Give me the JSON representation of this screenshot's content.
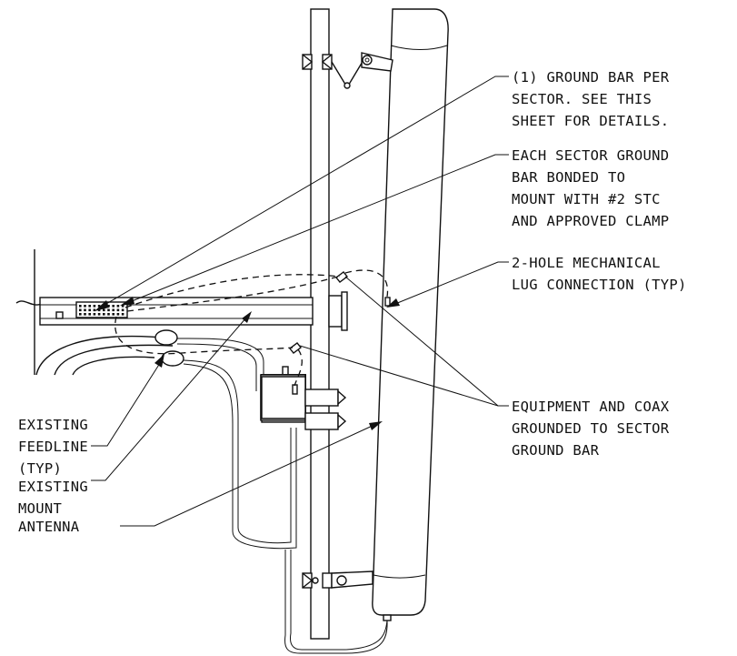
{
  "callouts": {
    "ground_bar": [
      "(1) GROUND BAR PER",
      "SECTOR. SEE THIS",
      "SHEET FOR DETAILS."
    ],
    "bonded": [
      "EACH SECTOR GROUND",
      "BAR BONDED TO",
      "MOUNT WITH #2 STC",
      "AND APPROVED CLAMP"
    ],
    "lug": [
      "2-HOLE MECHANICAL",
      "LUG CONNECTION (TYP)"
    ],
    "equipment": [
      "EQUIPMENT AND COAX",
      "GROUNDED TO SECTOR",
      "GROUND BAR"
    ],
    "feedline": [
      "EXISTING",
      "FEEDLINE",
      "(TYP)"
    ],
    "mount": [
      "EXISTING",
      "MOUNT"
    ],
    "antenna": [
      "ANTENNA"
    ]
  }
}
